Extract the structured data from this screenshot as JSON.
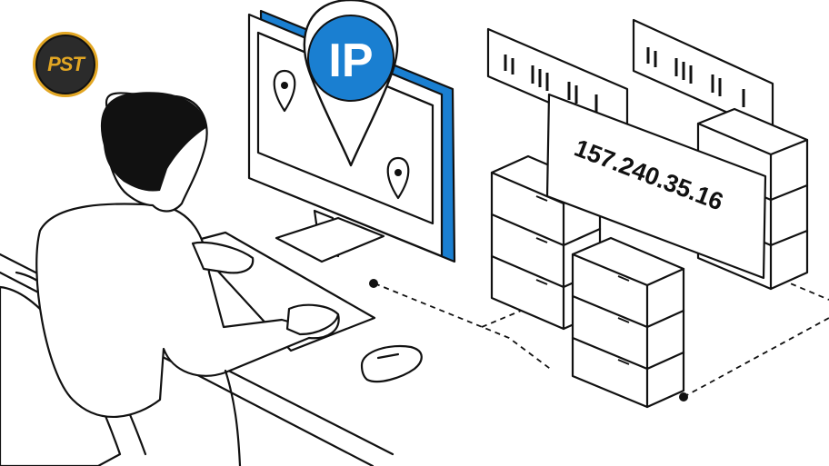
{
  "logo": {
    "text": "PST",
    "bg": "#2b2b2b",
    "accent": "#e2a623"
  },
  "pin": {
    "text": "IP",
    "color": "#1a7fd1"
  },
  "ip_label": {
    "text": "157.240.35.16"
  },
  "colors": {
    "accent_blue": "#1a7fd1",
    "ink": "#111111"
  }
}
